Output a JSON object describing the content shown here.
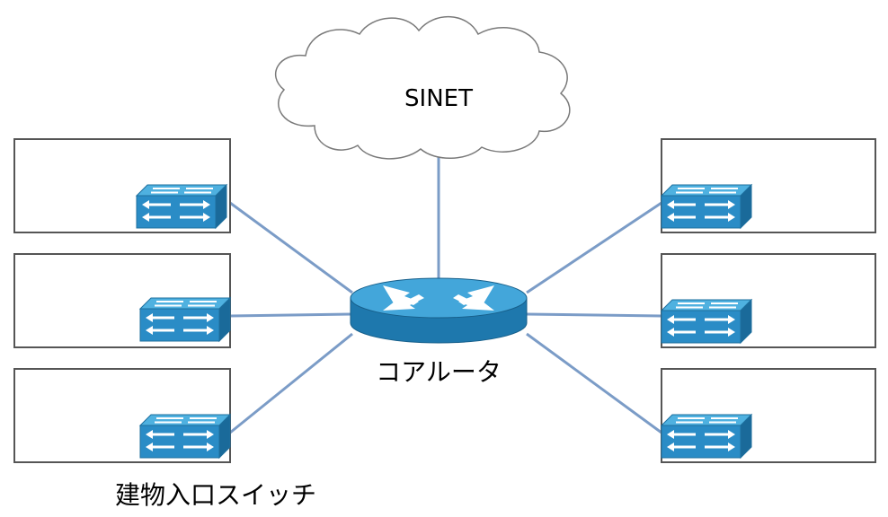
{
  "cloud": {
    "label": "SINET"
  },
  "router": {
    "label": "コアルータ"
  },
  "switches": {
    "caption": "建物入口スイッチ"
  },
  "colors": {
    "link": "#7b9cc7",
    "device_top": "#3fa3d6",
    "device_side": "#1d74a8",
    "device_front": "#2a8cc6",
    "box_border": "#555555"
  },
  "icons": {
    "cloud": "cloud-icon",
    "router": "router-icon",
    "switch": "switch-icon"
  }
}
